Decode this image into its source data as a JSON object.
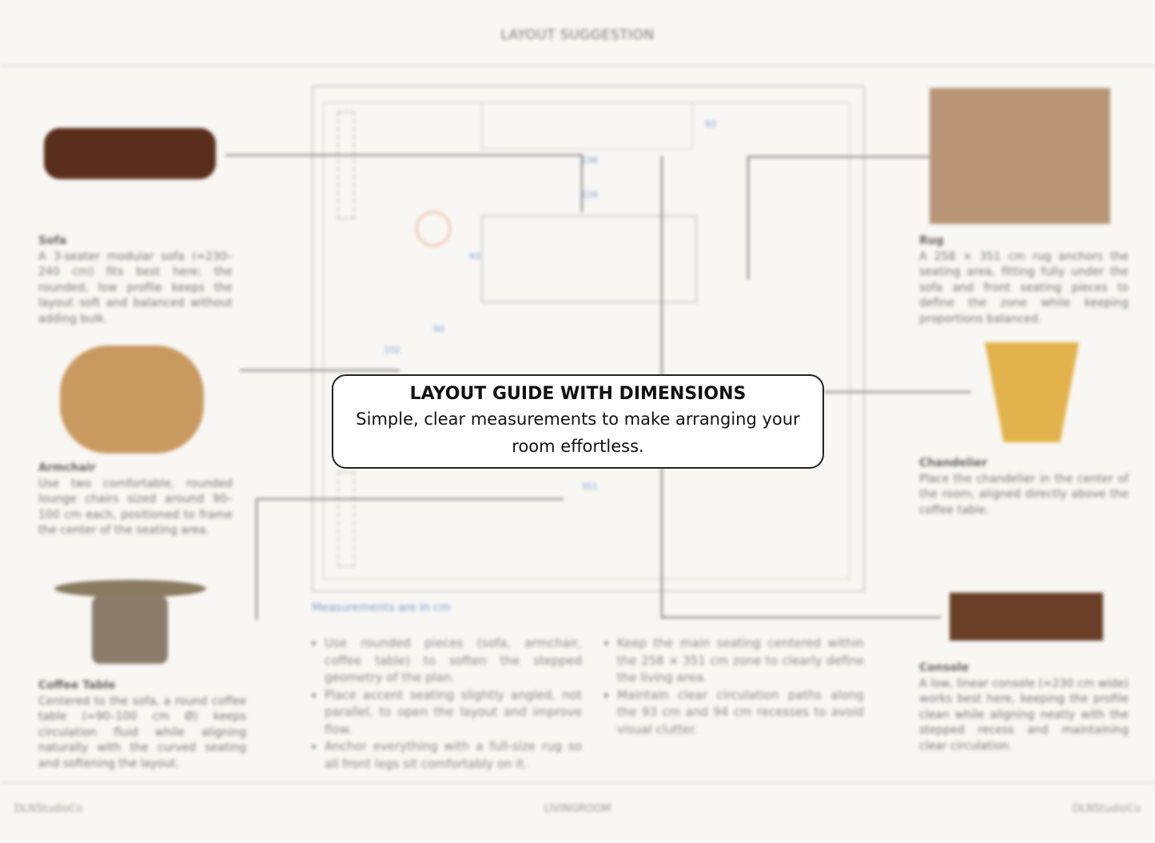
{
  "header": {
    "title": "LAYOUT SUGGESTION"
  },
  "items": {
    "sofa": {
      "title": "Sofa",
      "text": "A 3-seater modular sofa (≈230–240 cm) fits best here; the rounded, low profile keeps the layout soft and balanced without adding bulk."
    },
    "armchair": {
      "title": "Armchair",
      "text": "Use two comfortable, rounded lounge chairs sized around 90–100 cm each, positioned to frame the center of the seating area."
    },
    "coffee_table": {
      "title": "Coffee Table",
      "text": "Centered to the sofa, a round coffee table (≈90–100 cm Ø) keeps circulation fluid while aligning naturally with the curved seating and softening the layout."
    },
    "rug": {
      "title": "Rug",
      "text": "A 258 × 351 cm rug anchors the seating area, fitting fully under the sofa and front seating pieces to define the zone while keeping proportions balanced."
    },
    "chandelier": {
      "title": "Chandelier",
      "text": "Place the chandelier in the center of the room, aligned directly above the coffee table."
    },
    "console": {
      "title": "Console",
      "text": "A low, linear console (≈230 cm wide) works best here, keeping the profile clean while aligning neatly with the stepped recess and maintaining clear circulation."
    }
  },
  "plan": {
    "note": "Measurements are in cm",
    "dims": [
      "93",
      "236",
      "226",
      "93",
      "90",
      "102",
      "351"
    ]
  },
  "tips": {
    "left": [
      "Use rounded pieces (sofa, armchair, coffee table) to soften the stepped geometry of the plan.",
      "Place accent seating slightly angled, not parallel, to open the layout and improve flow.",
      "Anchor everything with a full-size rug so all front legs sit comfortably on it."
    ],
    "right": [
      "Keep the main seating centered within the 258 × 351 cm zone to clearly define the living area.",
      "Maintain clear circulation paths along the 93 cm and 94 cm recesses to avoid visual clutter."
    ]
  },
  "footer": {
    "left": "DLNStudioCo",
    "center": "LIVINGROOM",
    "right": "DLNStudioCo"
  },
  "overlay": {
    "title": "LAYOUT GUIDE WITH DIMENSIONS",
    "subtitle": "Simple, clear measurements to make arranging your room effortless."
  },
  "colors": {
    "accent": "#7a9ccf",
    "background": "#f8f7f4"
  }
}
